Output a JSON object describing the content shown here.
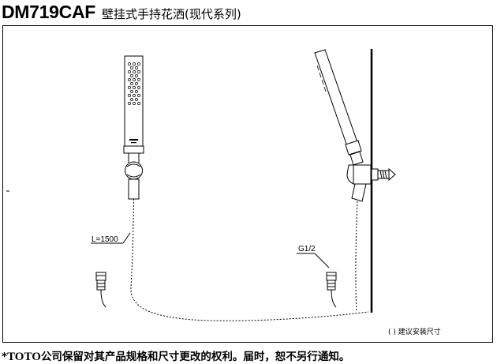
{
  "header": {
    "model_code": "DM719CAF",
    "product_name": "壁挂式手持花洒(现代系列)"
  },
  "drawing": {
    "front_view": {
      "hose_length_label": "L=1500"
    },
    "side_view": {
      "thread_label": "G1/2"
    },
    "legend_note": "( )  建议安装尺寸"
  },
  "footer": {
    "bullet": "*",
    "brand": "TOTO",
    "note": "公司保留对其产品规格和尺寸更改的权利。届时，恕不另行通知。"
  }
}
